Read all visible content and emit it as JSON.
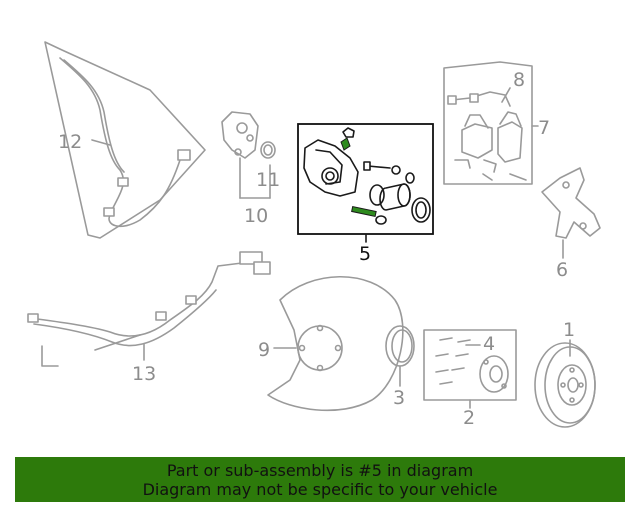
{
  "callouts": {
    "c1": "1",
    "c2": "2",
    "c3": "3",
    "c4": "4",
    "c5": "5",
    "c6": "6",
    "c7": "7",
    "c8": "8",
    "c9": "9",
    "c10": "10",
    "c11": "11",
    "c12": "12",
    "c13": "13"
  },
  "highlight_part": "5",
  "banner": {
    "line1": "Part or sub-assembly is #5 in diagram",
    "line2": "Diagram may not be specific to your vehicle",
    "background": "#2d7a0b"
  },
  "colors": {
    "part_outline": "#9a9a9a",
    "highlight_outline": "#1a1a1a",
    "accent_green": "#2e8b1e"
  }
}
